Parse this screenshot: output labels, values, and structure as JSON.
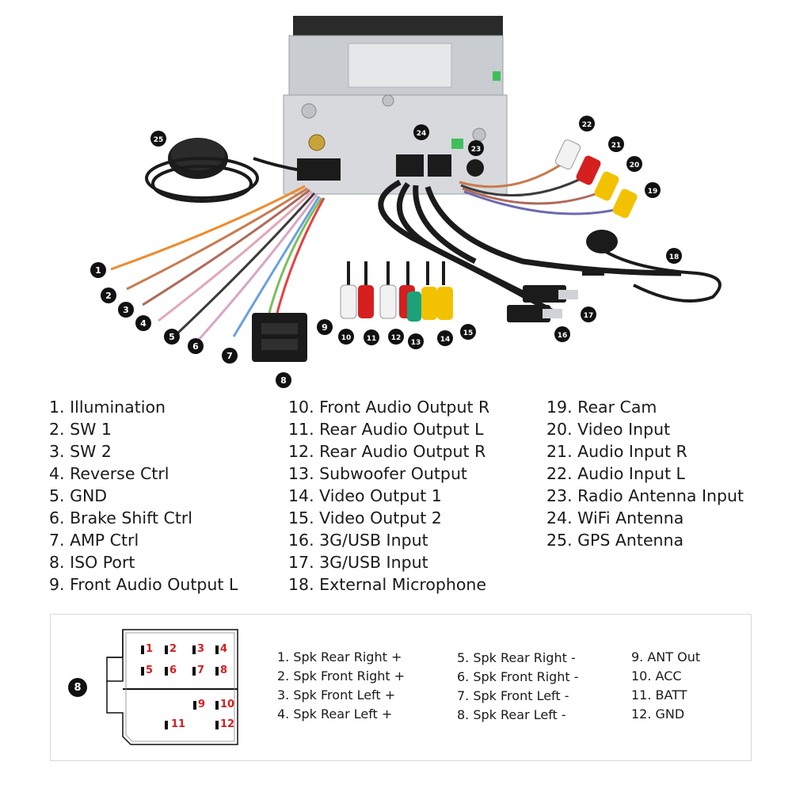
{
  "callouts": [
    "1",
    "2",
    "3",
    "4",
    "5",
    "6",
    "7",
    "8",
    "9",
    "10",
    "11",
    "12",
    "13",
    "14",
    "15",
    "16",
    "17",
    "18",
    "19",
    "20",
    "21",
    "22",
    "23",
    "24",
    "25"
  ],
  "legend": {
    "col1": [
      "1. Illumination",
      "2. SW 1",
      "3. SW 2",
      "4. Reverse Ctrl",
      "5. GND",
      "6. Brake Shift Ctrl",
      "7. AMP Ctrl",
      "8. ISO Port",
      "9. Front Audio Output L"
    ],
    "col2": [
      "10. Front Audio Output R",
      "11. Rear Audio Output L",
      "12. Rear Audio Output R",
      "13. Subwoofer Output",
      "14. Video Output 1",
      "15. Video Output 2",
      "16. 3G/USB Input",
      "17. 3G/USB Input",
      "18. External Microphone"
    ],
    "col3": [
      "19. Rear Cam",
      "20. Video Input",
      "21. Audio Input R",
      "22. Audio Input L",
      "23. Radio Antenna Input",
      "24. WiFi Antenna",
      "25. GPS Antenna"
    ]
  },
  "iso_port": {
    "badge": "8",
    "pin_numbers": [
      "1",
      "2",
      "3",
      "4",
      "5",
      "6",
      "7",
      "8",
      "9",
      "10",
      "11",
      "12"
    ],
    "pins_col1": [
      "1. Spk Rear Right +",
      "2. Spk Front Right +",
      "3. Spk Front Left +",
      "4. Spk Rear Left +"
    ],
    "pins_col2": [
      "5. Spk Rear Right -",
      "6. Spk Front Right -",
      "7. Spk Front Left -",
      "8. Spk Rear Left -"
    ],
    "pins_col3": [
      "9. ANT Out",
      "10. ACC",
      "11. BATT",
      "12. GND"
    ]
  },
  "colors": {
    "badge": "#111111",
    "pin_number": "#d42020",
    "rca_white": "#f2f2f2",
    "rca_red": "#d61f1f",
    "rca_yellow": "#f2c200",
    "rca_green": "#1aa37a",
    "cable": "#1b1b1b"
  }
}
